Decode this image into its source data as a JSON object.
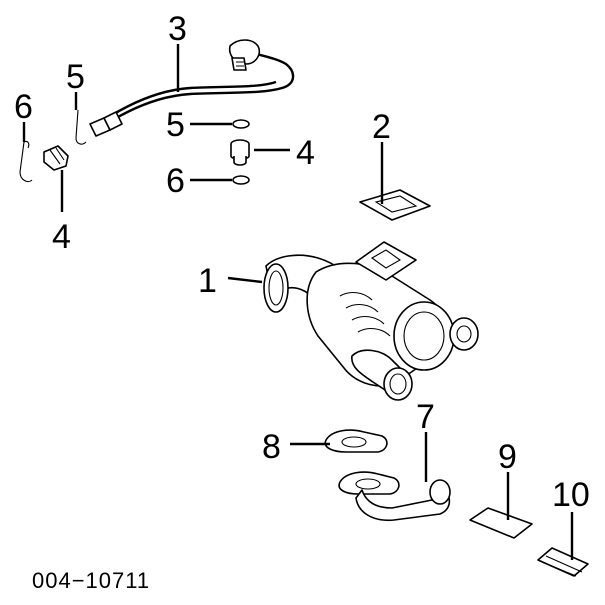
{
  "diagram": {
    "callouts": [
      {
        "id": "c1",
        "label": "1"
      },
      {
        "id": "c2",
        "label": "2"
      },
      {
        "id": "c3",
        "label": "3"
      },
      {
        "id": "c4a",
        "label": "4"
      },
      {
        "id": "c4b",
        "label": "4"
      },
      {
        "id": "c5a",
        "label": "5"
      },
      {
        "id": "c5b",
        "label": "5"
      },
      {
        "id": "c6a",
        "label": "6"
      },
      {
        "id": "c6b",
        "label": "6"
      },
      {
        "id": "c7",
        "label": "7"
      },
      {
        "id": "c8",
        "label": "8"
      },
      {
        "id": "c9",
        "label": "9"
      },
      {
        "id": "c10",
        "label": "10"
      }
    ],
    "drawing_code": "004−10711"
  },
  "colors": {
    "line": "#000000",
    "background": "#ffffff"
  }
}
